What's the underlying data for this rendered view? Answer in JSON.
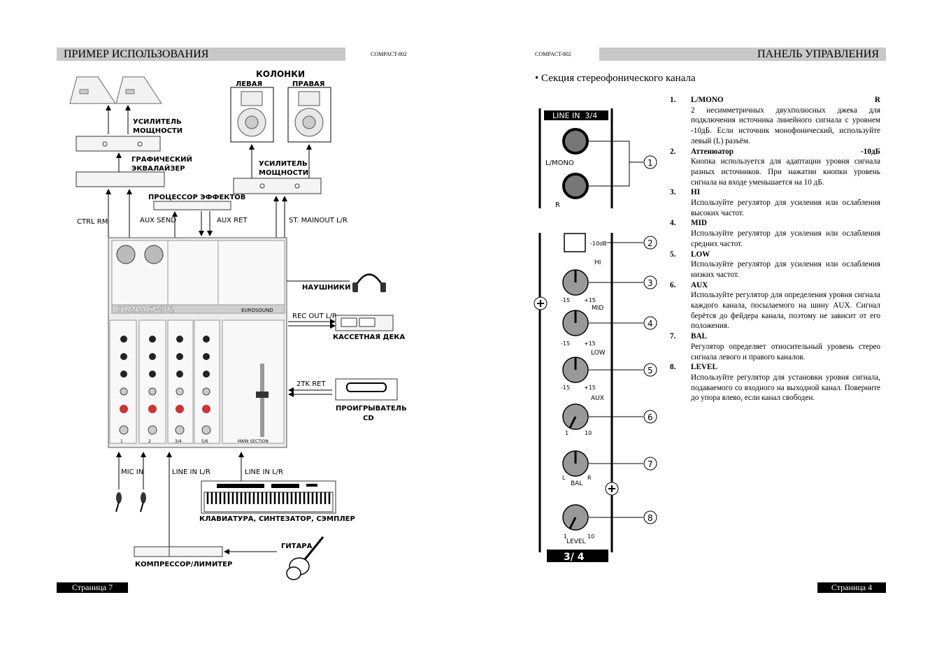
{
  "left_page": {
    "header": "ПРИМЕР ИСПОЛЬЗОВАНИЯ",
    "model": "COMPACT-802",
    "footer": "Страница 7",
    "diagram": {
      "speakers_title": "КОЛОНКИ",
      "left_label": "ЛЕВАЯ",
      "right_label": "ПРАВАЯ",
      "amp1": [
        "УСИЛИТЕЛЬ",
        "МОЩНОСТИ"
      ],
      "eq": [
        "ГРАФИЧЕСКИЙ",
        "ЭКВАЛАЙЗЕР"
      ],
      "amp2": [
        "УСИЛИТЕЛЬ",
        "МОЩНОСТИ"
      ],
      "fx": "ПРОЦЕССОР ЭФФЕКТОВ",
      "ctrl_rm": "CTRL RM",
      "aux_send": "AUX SEND",
      "aux_ret": "AUX RET",
      "st_main": "ST. MAINOUT L/R",
      "headphones": "НАУШНИКИ",
      "rec_out": "REC OUT L/R",
      "cassette": "КАССЕТНАЯ ДЕКА",
      "tk_ret": "2TK RET",
      "cd": [
        "ПРОИГРЫВАТЕЛЬ",
        "CD"
      ],
      "mic_in": "MIC IN",
      "line_in_1": "LINE IN L/R",
      "line_in_2": "LINE IN L/R",
      "keyboard": "КЛАВИАТУРА, СИНТЕЗАТОР, СЭМПЛЕР",
      "guitar": "ГИТАРА",
      "compressor": "КОМПРЕССОР/ЛИМИТЕР",
      "mixer_name": "COMPACT-802",
      "mixer_brand": "EUROSOUND",
      "main_section": "MAIN SECTION",
      "channel_labels": [
        "1",
        "2",
        "3/4",
        "5/6"
      ]
    }
  },
  "right_page": {
    "header": "ПАНЕЛЬ УПРАВЛЕНИЯ",
    "model": "COMPACT-802",
    "footer": "Страница 4",
    "section_title": "Секция стереофонического канала",
    "strip": {
      "line_in": "LINE IN  3/4",
      "l_mono": "L/MONO",
      "r": "R",
      "pad": "-10dB",
      "hi": "HI",
      "mid": "MID",
      "low": "LOW",
      "aux": "AUX",
      "bal": "BAL",
      "level": "LEVEL",
      "m15": "-15",
      "p15": "+15",
      "one": "1",
      "ten": "10",
      "bal_l": "L",
      "bal_r": "R",
      "channel": "3/ 4",
      "callouts": [
        "1",
        "2",
        "3",
        "4",
        "5",
        "6",
        "7",
        "8"
      ]
    },
    "items": [
      {
        "num": "1.",
        "title": "L/MONO",
        "title_right": "R",
        "desc": "2 несимметричных двухполюсных джека для подключения источника линейного сигнала с уровнем -10дБ. Если источник монофонический, используйте левый (L) разъём."
      },
      {
        "num": "2.",
        "title": "Аттенюатор",
        "title_right": "-10дБ",
        "desc": "Кнопка используется для адаптации уровня сигнала разных источников. При нажатии кнопки уровень сигнала на входе уменьшается на 10 дБ."
      },
      {
        "num": "3.",
        "title": "HI",
        "title_right": "",
        "desc": "Используйте регулятор для усиления или ослабления высоких частот."
      },
      {
        "num": "4.",
        "title": "MID",
        "title_right": "",
        "desc": "Используйте регулятор для усиления или ослабления средних частот."
      },
      {
        "num": "5.",
        "title": "LOW",
        "title_right": "",
        "desc": "Используйте регулятор для усиления или ослабления низких частот."
      },
      {
        "num": "6.",
        "title": "AUX",
        "title_right": "",
        "desc": "Используйте регулятор для определения уровня сигнала каждого канала, посылаемого на шину AUX. Сигнал берётся до фейдера канала, поэтому не зависит от его положения."
      },
      {
        "num": "7.",
        "title": "BAL",
        "title_right": "",
        "desc": "Регулятор определяет относительный уровень стерео сигнала левого и правого каналов."
      },
      {
        "num": "8.",
        "title": "LEVEL",
        "title_right": "",
        "desc": "Используйте регулятор для установки уровня сигнала, подаваемого со входного на выходной канал. Поверните до упора влево, если канал свободен."
      }
    ]
  }
}
